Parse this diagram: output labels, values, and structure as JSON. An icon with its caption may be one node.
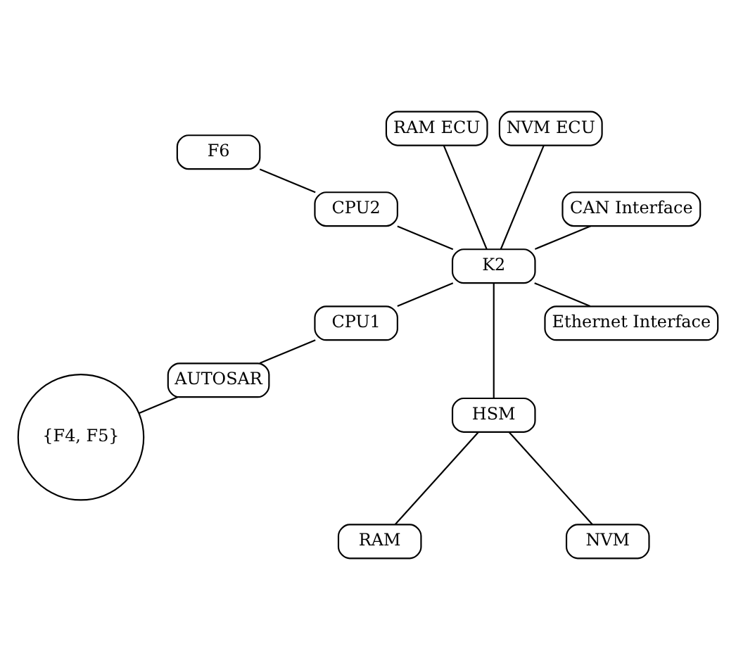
{
  "diagram": {
    "nodes": [
      {
        "text": [
          "{F4, F5}"
        ]
      },
      {
        "text": [
          "F6"
        ]
      },
      {
        "text": [
          "RAM"
        ]
      },
      {
        "text": [
          "NVM"
        ]
      },
      {
        "text": [
          "AUTOSAR"
        ]
      },
      {
        "text": [
          "CPU2"
        ]
      },
      {
        "text": [
          "CPU1"
        ]
      },
      {
        "text": [
          "HSM"
        ]
      },
      {
        "text": [
          "Ethernet Interface"
        ]
      },
      {
        "text": [
          "K2"
        ]
      },
      {
        "text": [
          "CAN Interface"
        ]
      },
      {
        "text": [
          "NVM ECU"
        ]
      },
      {
        "text": [
          "RAM ECU"
        ]
      }
    ],
    "edges": [
      {
        "from": 0,
        "to": 4,
        "arrow": "none"
      },
      {
        "from": 4,
        "to": 6,
        "arrow": "none"
      },
      {
        "from": 6,
        "to": 9,
        "arrow": "none"
      },
      {
        "from": 1,
        "to": 5,
        "arrow": "none"
      },
      {
        "from": 5,
        "to": 9,
        "arrow": "none"
      },
      {
        "from": 2,
        "to": 7,
        "arrow": "none"
      },
      {
        "from": 3,
        "to": 7,
        "arrow": "none"
      },
      {
        "from": 7,
        "to": 9,
        "arrow": "none"
      },
      {
        "from": 8,
        "to": 9,
        "arrow": "none"
      },
      {
        "from": 9,
        "to": 10,
        "arrow": "none"
      },
      {
        "from": 9,
        "to": 11,
        "arrow": "none"
      },
      {
        "from": 9,
        "to": 12,
        "arrow": "none"
      }
    ]
  }
}
